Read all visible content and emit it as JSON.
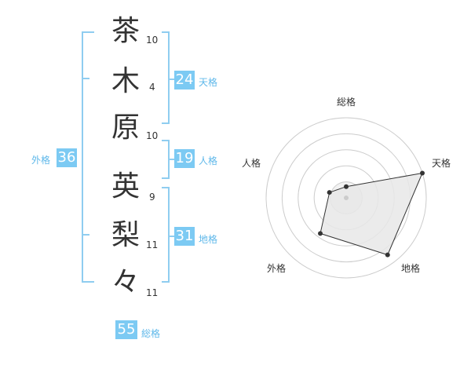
{
  "name": {
    "characters": [
      {
        "char": "茶",
        "strokes": "10"
      },
      {
        "char": "木",
        "strokes": "4"
      },
      {
        "char": "原",
        "strokes": "10"
      },
      {
        "char": "英",
        "strokes": "9"
      },
      {
        "char": "梨",
        "strokes": "11"
      },
      {
        "char": "々",
        "strokes": "11"
      }
    ]
  },
  "kaku": {
    "tenkaku": {
      "value": "24",
      "label": "天格"
    },
    "jinkaku": {
      "value": "19",
      "label": "人格"
    },
    "chikaku": {
      "value": "31",
      "label": "地格"
    },
    "gaikaku": {
      "value": "36",
      "label": "外格"
    },
    "soukaku": {
      "value": "55",
      "label": "総格"
    }
  },
  "radar": {
    "labels": {
      "top": "総格",
      "upper_right": "天格",
      "lower_right": "地格",
      "lower_left": "外格",
      "upper_left": "人格"
    },
    "scores": {
      "soukaku": 0.14,
      "tenkaku": 1.0,
      "chikaku": 0.88,
      "gaikaku": 0.55,
      "jinkaku": 0.22
    },
    "ring_count": 5,
    "fill_color": "#e8e8e8",
    "line_color": "#333333",
    "ring_color": "#cccccc"
  }
}
